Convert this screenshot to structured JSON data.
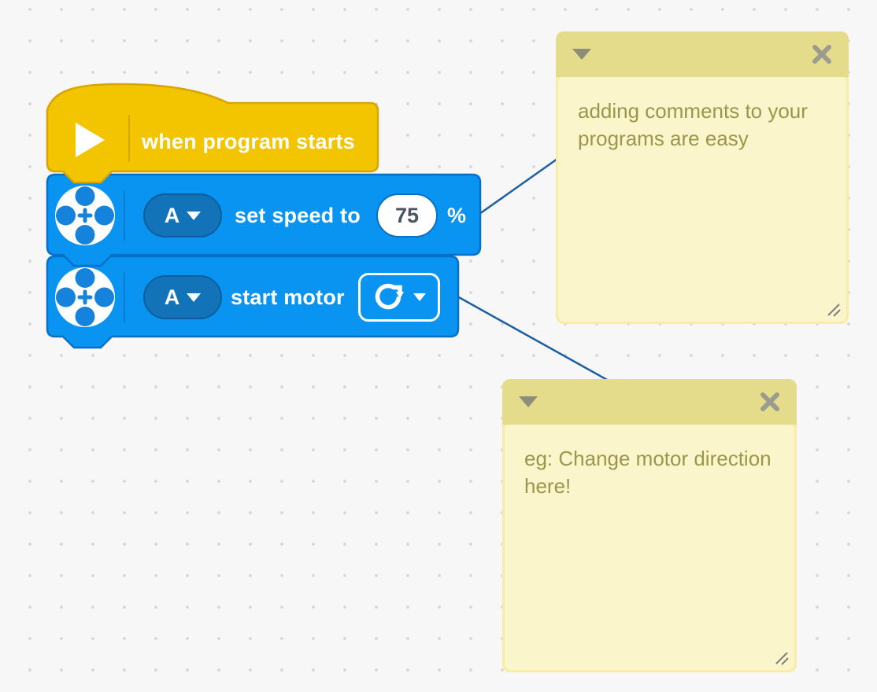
{
  "workspace": {
    "background_color": "#F7F7F8",
    "dot_color": "#D8D8D8",
    "connector_color": "#1B5FA4"
  },
  "blocks": {
    "hat": {
      "label": "when program starts",
      "fill": "#F2C500",
      "border": "#D9A400",
      "icon": "play-icon"
    },
    "set_speed": {
      "port": "A",
      "label": "set speed to",
      "value": "75",
      "unit": "%",
      "fill": "#0994F2",
      "border": "#0670C8",
      "icon": "motor-icon"
    },
    "start_motor": {
      "port": "A",
      "label": "start motor",
      "direction": "clockwise",
      "fill": "#0994F2",
      "border": "#0670C8",
      "icon": "motor-icon"
    }
  },
  "comments": [
    {
      "text": "adding comments to your programs are easy",
      "header_color": "#E4DB8B",
      "body_color": "#FBF5CB",
      "text_color": "#9C954C"
    },
    {
      "text": "eg: Change motor direction here!",
      "header_color": "#E4DB8B",
      "body_color": "#FBF5CB",
      "text_color": "#9C954C"
    }
  ]
}
